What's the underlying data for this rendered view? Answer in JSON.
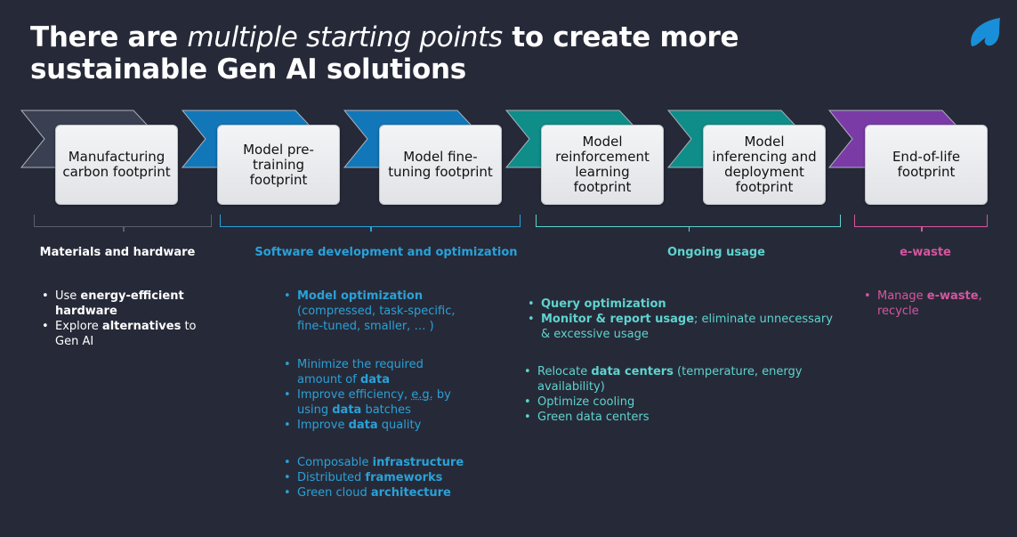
{
  "title": {
    "part1": "There are ",
    "emphasis": "multiple starting points",
    "part2": " to create more sustainable Gen AI solutions"
  },
  "logo": {
    "icon": "spade-logo-icon",
    "color": "#1a8fd9"
  },
  "stages": [
    {
      "label": "Manufacturing carbon footprint",
      "color": "#3a3f52"
    },
    {
      "label": "Model pre-training footprint",
      "color": "#1277b8"
    },
    {
      "label": "Model fine-tuning footprint",
      "color": "#1277b8"
    },
    {
      "label": "Model reinforcement learning footprint",
      "color": "#0f8d89"
    },
    {
      "label": "Model inferencing and deployment footprint",
      "color": "#0f8d89"
    },
    {
      "label": "End-of-life footprint",
      "color": "#7a3ba6"
    }
  ],
  "categories": {
    "materials": "Materials and hardware",
    "software": "Software development and optimization",
    "usage": "Ongoing usage",
    "ewaste": "e-waste"
  },
  "colors": {
    "background": "#262a38",
    "materials": "#ffffff",
    "software": "#2aa1d8",
    "usage": "#5fd3cf",
    "ewaste": "#d4569f"
  },
  "materials_list": [
    {
      "pre": "Use ",
      "bold": "energy-efficient hardware",
      "post": ""
    },
    {
      "pre": "Explore ",
      "bold": "alternatives",
      "post": " to Gen AI"
    }
  ],
  "software_group1": [
    {
      "bold": "Model optimization",
      "post": " (compressed, task-specific, fine-tuned, smaller, … )"
    }
  ],
  "software_group2": [
    {
      "pre": "Minimize the required amount of ",
      "bold": "data"
    },
    {
      "pre": "Improve efficiency, ",
      "underline": "e.g.",
      "mid": " by using ",
      "bold": "data",
      "post": " batches"
    },
    {
      "pre": "Improve ",
      "bold": "data",
      "post": " quality"
    }
  ],
  "software_group3": [
    {
      "pre": "Composable ",
      "bold": "infrastructure"
    },
    {
      "pre": "Distributed ",
      "bold": "frameworks"
    },
    {
      "pre": "Green cloud ",
      "bold": "architecture"
    }
  ],
  "usage_group1": [
    {
      "bold": "Query optimization",
      "post": ""
    },
    {
      "bold": "Monitor & report usage",
      "post": "; eliminate unnecessary & excessive usage"
    }
  ],
  "usage_group2": [
    {
      "pre": "Relocate ",
      "bold": "data centers",
      "post": " (temperature, energy availability)"
    },
    {
      "pre": "Optimize cooling"
    },
    {
      "pre": "Green data centers"
    }
  ],
  "ewaste_list": [
    {
      "pre": "Manage ",
      "bold": "e-waste",
      "post": ", recycle"
    }
  ]
}
